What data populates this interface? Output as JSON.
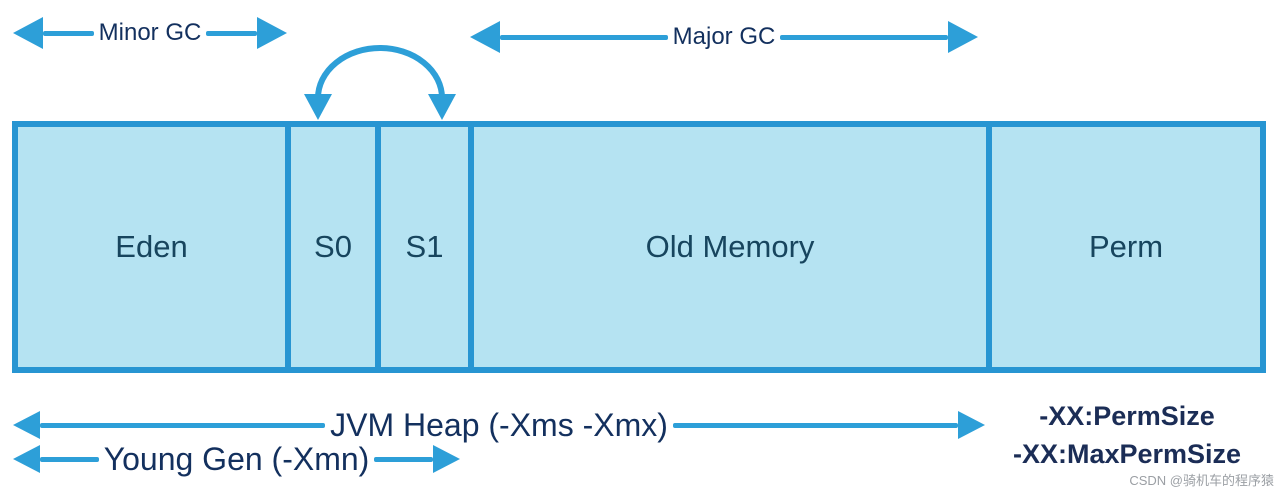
{
  "diagram": {
    "title_hint": "JVM heap memory structure",
    "top_arrows": {
      "minor_gc_label": "Minor GC",
      "major_gc_label": "Major GC"
    },
    "regions": [
      {
        "label": "Eden"
      },
      {
        "label": "S0"
      },
      {
        "label": "S1"
      },
      {
        "label": "Old Memory"
      },
      {
        "label": "Perm"
      }
    ],
    "bottom_arrows": {
      "jvm_heap_label": "JVM Heap (-Xms -Xmx)",
      "young_gen_label": "Young Gen (-Xmn)"
    },
    "perm_flags": {
      "perm_size": "-XX:PermSize",
      "max_perm_size": "-XX:MaxPermSize"
    },
    "watermark": "CSDN @骑机车的程序猿",
    "colors": {
      "arrow": "#2d9fd8",
      "box_border": "#2795d2",
      "box_fill": "#b5e3f2",
      "label_text": "#17455e",
      "annotation_text": "#13305e",
      "perm_text": "#1b2d56",
      "watermark": "#9b9fa4"
    }
  }
}
